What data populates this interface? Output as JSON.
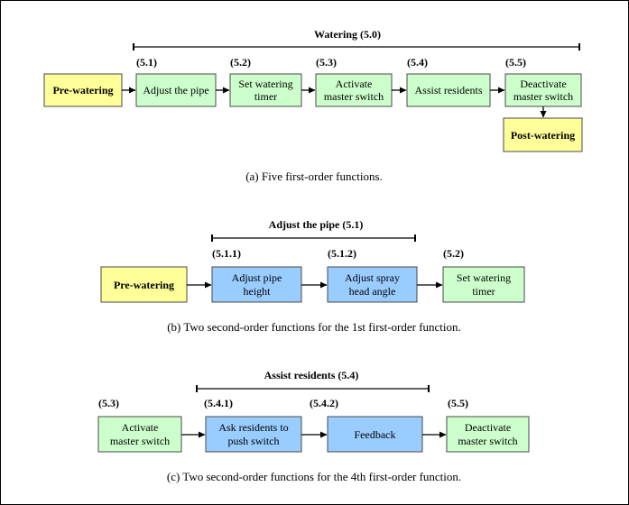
{
  "diagram_a": {
    "title": "Watering  (5.0)",
    "pre": "Pre-watering",
    "boxes": [
      {
        "num": "(5.1)",
        "lines": [
          "Adjust the pipe"
        ]
      },
      {
        "num": "(5.2)",
        "lines": [
          "Set watering",
          "timer"
        ]
      },
      {
        "num": "(5.3)",
        "lines": [
          "Activate",
          "master switch"
        ]
      },
      {
        "num": "(5.4)",
        "lines": [
          "Assist residents"
        ]
      },
      {
        "num": "(5.5)",
        "lines": [
          "Deactivate",
          "master switch"
        ]
      }
    ],
    "post": "Post-watering",
    "caption": "(a) Five first-order functions."
  },
  "diagram_b": {
    "title": "Adjust the pipe (5.1)",
    "pre": "Pre-watering",
    "boxes": [
      {
        "num": "(5.1.1)",
        "lines": [
          "Adjust pipe",
          "height"
        ]
      },
      {
        "num": "(5.1.2)",
        "lines": [
          "Adjust spray",
          "head angle"
        ]
      },
      {
        "num": "(5.2)",
        "lines": [
          "Set watering",
          "timer"
        ]
      }
    ],
    "caption": "(b) Two second-order functions for the 1st first-order function."
  },
  "diagram_c": {
    "title": "Assist residents (5.4)",
    "boxes": [
      {
        "num": "(5.3)",
        "lines": [
          "Activate",
          "master switch"
        ]
      },
      {
        "num": "(5.4.1)",
        "lines": [
          "Ask residents to",
          "push switch"
        ]
      },
      {
        "num": "(5.4.2)",
        "lines": [
          "Feedback"
        ]
      },
      {
        "num": "(5.5)",
        "lines": [
          "Deactivate",
          "master switch"
        ]
      }
    ],
    "caption": "(c) Two second-order functions for the 4th first-order function."
  },
  "colors": {
    "green": "#ccffcc",
    "yellow": "#ffff99",
    "blue": "#99ccff"
  }
}
